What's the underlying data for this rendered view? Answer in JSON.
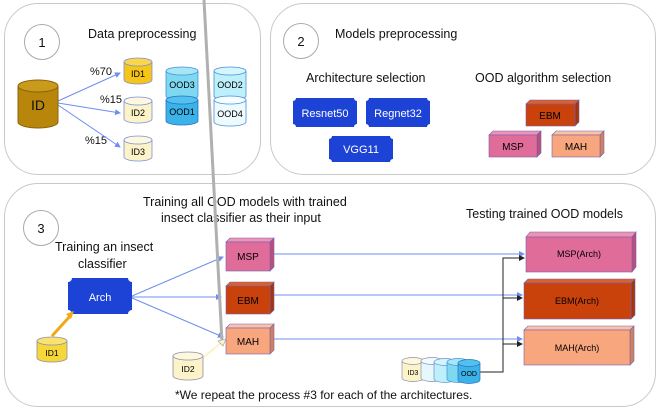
{
  "panel1": {
    "number": "1",
    "title": "Data preprocessing",
    "source_db": "ID",
    "splits": [
      {
        "label": "ID1",
        "percent": "%70"
      },
      {
        "label": "ID2",
        "percent": "%15"
      },
      {
        "label": "ID3",
        "percent": "%15"
      }
    ],
    "ood_sets": [
      "OOD3",
      "OOD1",
      "OOD2",
      "OOD4"
    ]
  },
  "panel2": {
    "number": "2",
    "title": "Models preprocessing",
    "arch_heading": "Architecture selection",
    "architectures": [
      "Resnet50",
      "Regnet32",
      "VGG11"
    ],
    "ood_heading": "OOD algorithm selection",
    "ood_algorithms": [
      "EBM",
      "MSP",
      "MAH"
    ]
  },
  "panel3": {
    "number": "3",
    "train_classifier_heading": "Training an insect classifier",
    "train_classifier_line1": "Training an insect",
    "train_classifier_line2": "classifier",
    "train_ood_line1": "Training all OOD models with trained",
    "train_ood_line2": "insect classifier as their input",
    "test_heading": "Testing trained OOD models",
    "arch_label": "Arch",
    "train_input": "ID1",
    "ood_models": [
      "MSP",
      "EBM",
      "MAH"
    ],
    "ood_input": "ID2",
    "tested_models": [
      "MSP(Arch)",
      "EBM(Arch)",
      "MAH(Arch)"
    ],
    "test_inputs": [
      "ID3",
      "OOD"
    ],
    "footnote": "*We repeat the process #3 for each of the architectures."
  },
  "colors": {
    "id_dark": "#b8860b",
    "id1": "#f5c518",
    "id_light": "#fdf3c8",
    "ood_dark": "#3bb3e8",
    "ood_mid": "#7fd8f2",
    "ood_light": "#dff6fd",
    "arch_blue": "#1c43d6",
    "ebm": "#c9410b",
    "msp": "#e06c9a",
    "mah": "#f7a67e",
    "arrow_blue": "#6e8ff0"
  }
}
